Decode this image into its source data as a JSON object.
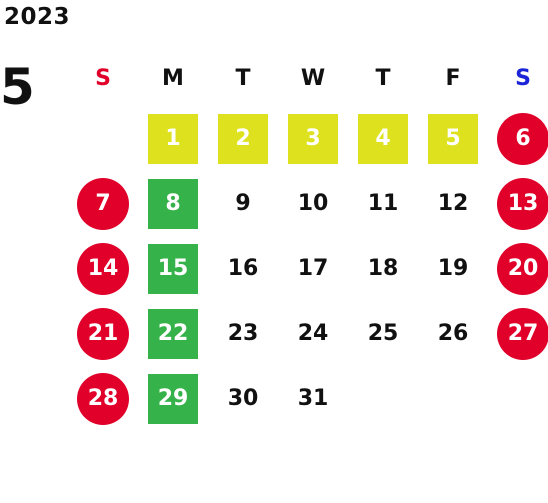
{
  "year": "2023",
  "month": "5",
  "colors": {
    "sunday_header": "#e0002a",
    "saturday_header": "#1b24d6",
    "weekend_circle": "#e0002a",
    "holiday_box": "#dde11e",
    "monday_box": "#36b24a"
  },
  "weekdays": [
    "S",
    "M",
    "T",
    "W",
    "T",
    "F",
    "S"
  ],
  "weeks": [
    [
      null,
      "1",
      "2",
      "3",
      "4",
      "5",
      "6"
    ],
    [
      "7",
      "8",
      "9",
      "10",
      "11",
      "12",
      "13"
    ],
    [
      "14",
      "15",
      "16",
      "17",
      "18",
      "19",
      "20"
    ],
    [
      "21",
      "22",
      "23",
      "24",
      "25",
      "26",
      "27"
    ],
    [
      "28",
      "29",
      "30",
      "31",
      null,
      null,
      null
    ]
  ],
  "day_styles": [
    [
      null,
      "holiday",
      "holiday",
      "holiday",
      "holiday",
      "holiday",
      "weekend"
    ],
    [
      "weekend",
      "monday",
      "plain",
      "plain",
      "plain",
      "plain",
      "weekend"
    ],
    [
      "weekend",
      "monday",
      "plain",
      "plain",
      "plain",
      "plain",
      "weekend"
    ],
    [
      "weekend",
      "monday",
      "plain",
      "plain",
      "plain",
      "plain",
      "weekend"
    ],
    [
      "weekend",
      "monday",
      "plain",
      "plain",
      null,
      null,
      null
    ]
  ]
}
